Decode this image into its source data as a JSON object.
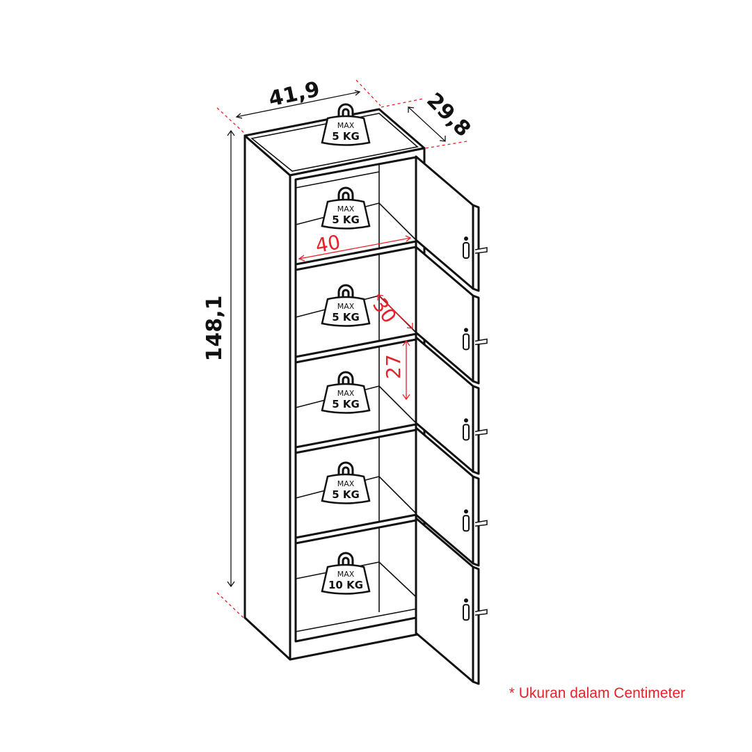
{
  "dimensions": {
    "width": "41,9",
    "depth": "29,8",
    "height": "148,1",
    "inner_width": "40",
    "inner_depth": "30",
    "inner_height": "27"
  },
  "weight_limits": [
    {
      "max": "MAX",
      "load": "5 KG"
    },
    {
      "max": "MAX",
      "load": "5 KG"
    },
    {
      "max": "MAX",
      "load": "5 KG"
    },
    {
      "max": "MAX",
      "load": "5 KG"
    },
    {
      "max": "MAX",
      "load": "5 KG"
    },
    {
      "max": "MAX",
      "load": "10 KG"
    }
  ],
  "footnote": "* Ukuran dalam Centimeter",
  "colors": {
    "accent": "#e8202a",
    "line": "#111111"
  }
}
